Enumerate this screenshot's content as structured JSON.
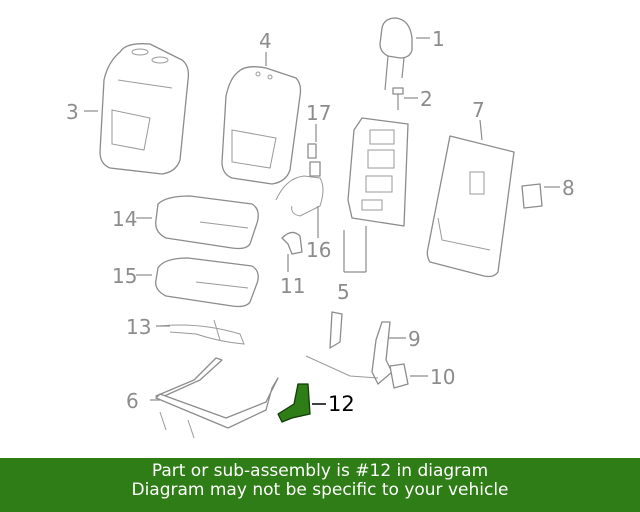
{
  "parts": [
    {
      "id": "1",
      "label": "1"
    },
    {
      "id": "2",
      "label": "2"
    },
    {
      "id": "3",
      "label": "3"
    },
    {
      "id": "4",
      "label": "4"
    },
    {
      "id": "5",
      "label": "5"
    },
    {
      "id": "6",
      "label": "6"
    },
    {
      "id": "7",
      "label": "7"
    },
    {
      "id": "8",
      "label": "8"
    },
    {
      "id": "9",
      "label": "9"
    },
    {
      "id": "10",
      "label": "10"
    },
    {
      "id": "11",
      "label": "11"
    },
    {
      "id": "12",
      "label": "12"
    },
    {
      "id": "13",
      "label": "13"
    },
    {
      "id": "14",
      "label": "14"
    },
    {
      "id": "15",
      "label": "15"
    },
    {
      "id": "16",
      "label": "16"
    },
    {
      "id": "17",
      "label": "17"
    }
  ],
  "highlighted_part": "12",
  "banner": {
    "line1": "Part or sub-assembly is #12 in diagram",
    "line2": "Diagram may not be specific to your vehicle"
  },
  "colors": {
    "banner_background": "#2e7d16",
    "banner_text": "#ffffff",
    "highlight_part": "#2e7d16",
    "line_art": "#8c8c8c"
  }
}
